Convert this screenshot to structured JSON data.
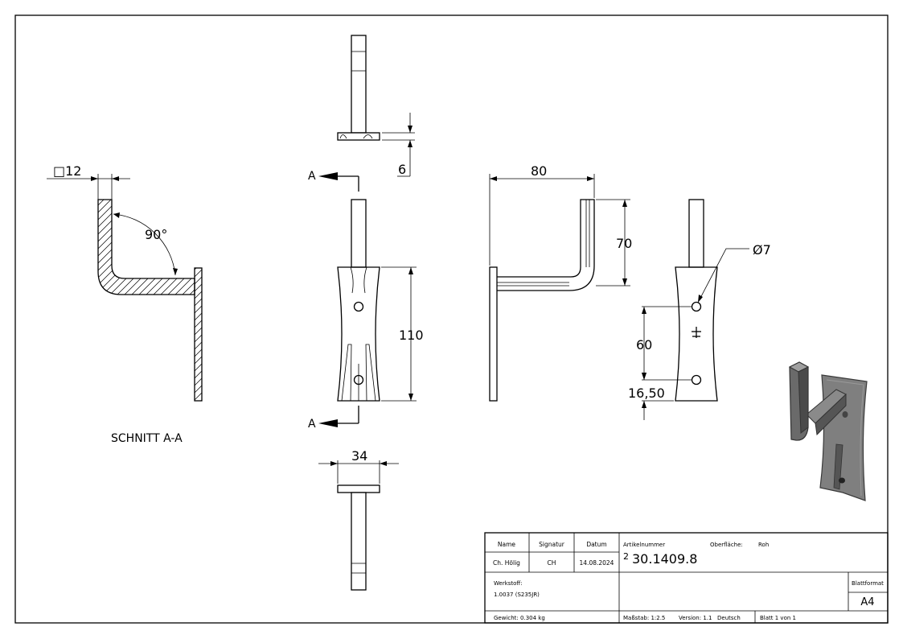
{
  "views": {
    "section_title": "SCHNITT A-A",
    "section_marker": "A",
    "angle": "90°",
    "dims": {
      "square": "□12",
      "plate_thickness": "6",
      "plate_width": "34",
      "height": "110",
      "reach": "80",
      "arm_height": "70",
      "hole_diameter": "Ø7",
      "hole_spacing": "60",
      "hole_edge": "16,50"
    }
  },
  "title_block": {
    "headers": {
      "name": "Name",
      "signature": "Signatur",
      "date": "Datum"
    },
    "row": {
      "name": "Ch. Hölig",
      "signature": "CH",
      "date": "14.08.2024"
    },
    "article_label": "Artikelnummer",
    "surface_label": "Oberfläche:",
    "surface_value": "Roh",
    "revision": "2",
    "article_number": "30.1409.8",
    "material_label": "Werkstoff:",
    "material_value": "1.0037 (S235JR)",
    "sheet_format_label": "Blattformat",
    "sheet_format_value": "A4",
    "weight": "Gewicht: 0.304 kg",
    "scale": "Maßstab: 1:2.5",
    "version": "Version: 1.1",
    "language": "Deutsch",
    "sheet_of": "Blatt 1 von 1"
  }
}
